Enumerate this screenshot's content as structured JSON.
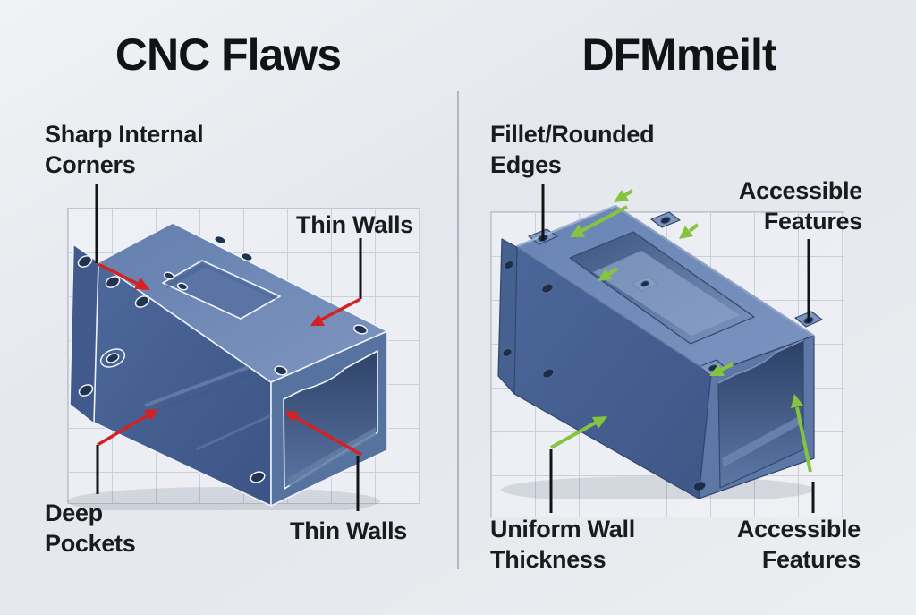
{
  "diagram": {
    "left_panel": {
      "title": "CNC Flaws",
      "labels": {
        "sharp_internal_corners": "Sharp Internal\nCorners",
        "thin_walls_top": "Thin Walls",
        "deep_pockets": "Deep\nPockets",
        "thin_walls_bottom": "Thin Walls"
      },
      "arrow_color": "#d42222"
    },
    "right_panel": {
      "title": "DFMmeilt",
      "labels": {
        "fillet_rounded_edges": "Fillet/Rounded\nEdges",
        "accessible_features_top": "Accessible\nFeatures",
        "uniform_wall_thickness": "Uniform Wall\nThickness",
        "accessible_features_bottom": "Accessible\nFeatures"
      },
      "arrow_color": "#85c43e"
    },
    "colors": {
      "background": "#e7e9ee",
      "divider": "#a9aeb6",
      "model_blue": "#4a6597",
      "leader_line": "#141414",
      "flaw_arrow_red": "#d42222",
      "improvement_arrow_green": "#85c43e",
      "grid_line": "#cacfd8"
    }
  }
}
